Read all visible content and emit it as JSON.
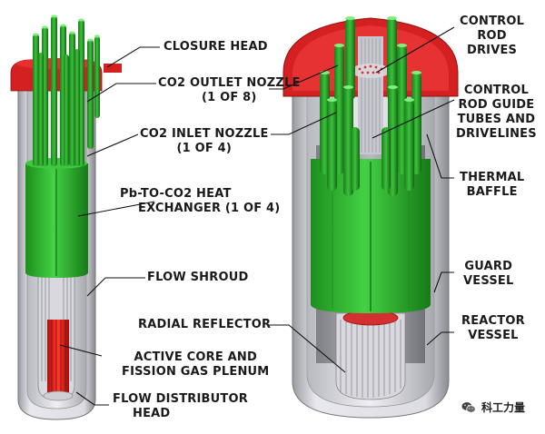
{
  "labels": {
    "closure_head": [
      "CLOSURE HEAD"
    ],
    "co2_outlet": [
      "CO2 OUTLET NOZZLE",
      "(1 OF 8)"
    ],
    "co2_inlet": [
      "CO2 INLET NOZZLE",
      "(1 OF 4)"
    ],
    "heat_exchanger": [
      "Pb-TO-CO2 HEAT",
      "EXCHANGER (1 OF 4)"
    ],
    "flow_shroud": [
      "FLOW SHROUD"
    ],
    "radial_reflector": [
      "RADIAL REFLECTOR"
    ],
    "active_core": [
      "ACTIVE CORE AND",
      "FISSION GAS PLENUM"
    ],
    "flow_distributor": [
      "FLOW DISTRIBUTOR",
      "HEAD"
    ],
    "control_rod_drives": [
      "CONTROL",
      "ROD",
      "DRIVES"
    ],
    "control_rod_guide": [
      "CONTROL",
      "ROD GUIDE",
      "TUBES AND",
      "DRIVELINES"
    ],
    "thermal_baffle": [
      "THERMAL",
      "BAFFLE"
    ],
    "guard_vessel": [
      "GUARD",
      "VESSEL"
    ],
    "reactor_vessel": [
      "REACTOR",
      "VESSEL"
    ]
  },
  "watermark": {
    "text": "科工力量",
    "icon": "wechat-icon"
  },
  "colors": {
    "green": "#2fb52f",
    "red": "#e02020",
    "vessel": "#c8c8cc"
  }
}
